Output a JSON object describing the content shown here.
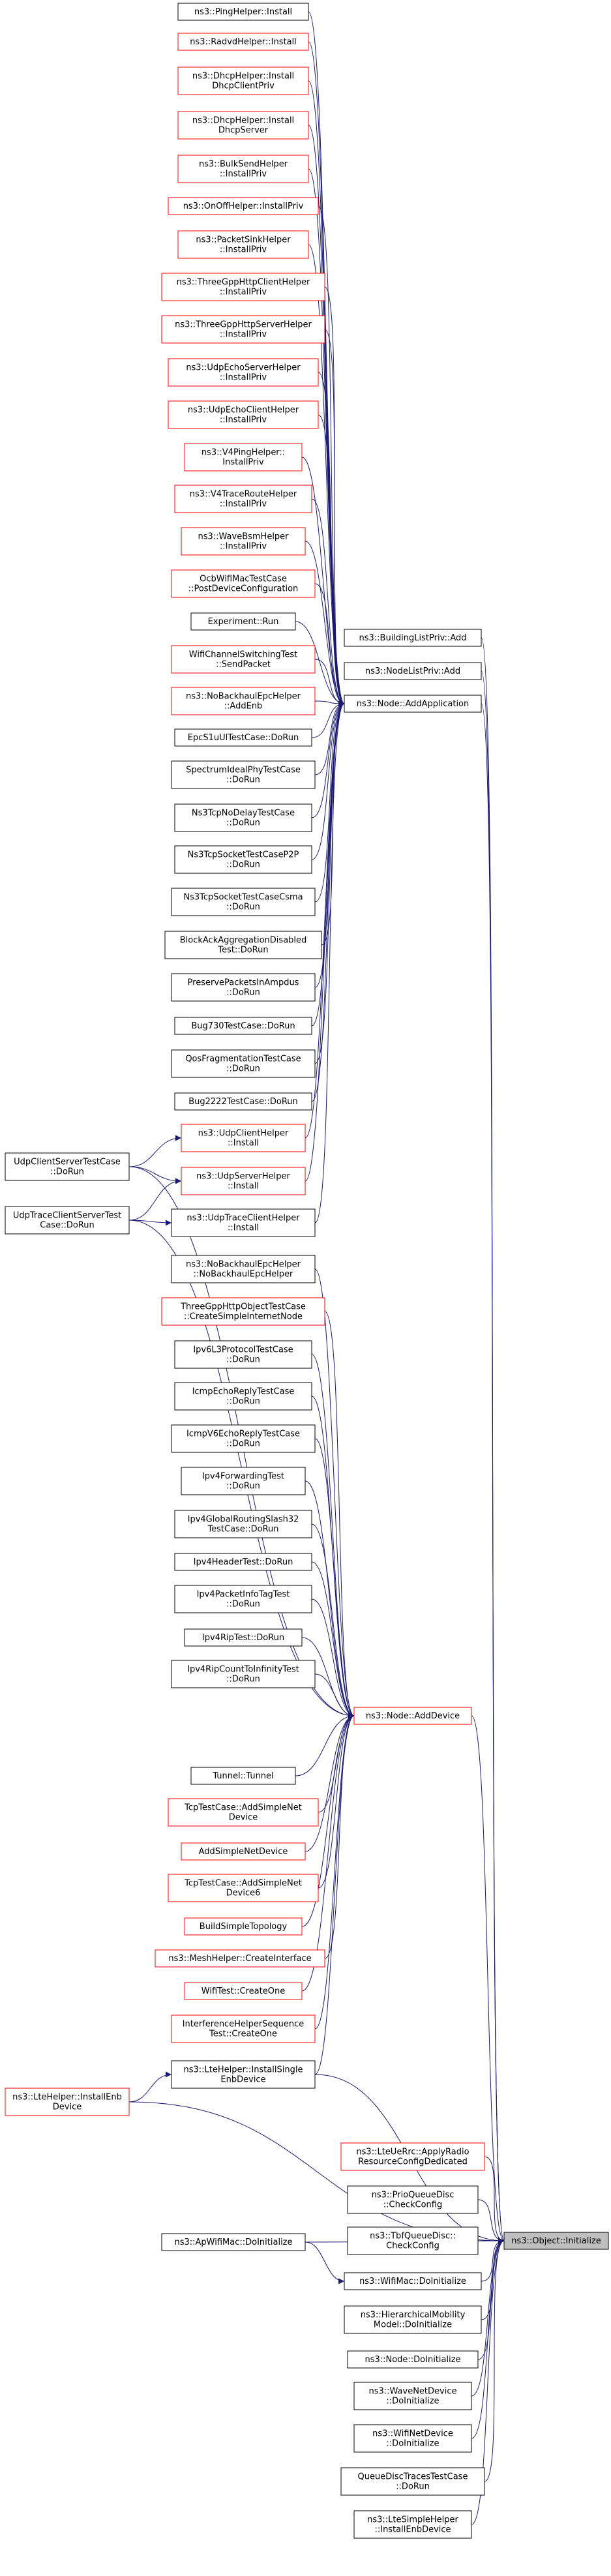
{
  "colors": {
    "edge": "#191970",
    "black_border": "#000000",
    "red_border": "#ff0000",
    "target_fill": "#bfbfbf"
  },
  "target": {
    "id": "ns3_object_initialize",
    "label": [
      "ns3::Object::Initialize"
    ]
  },
  "nodes": [
    {
      "id": "ping_helper_install",
      "label": [
        "ns3::PingHelper::Install"
      ],
      "border": "black"
    },
    {
      "id": "radvd_helper_install",
      "label": [
        "ns3::RadvdHelper::Install"
      ],
      "border": "red"
    },
    {
      "id": "dhcp_helper_install_client",
      "label": [
        "ns3::DhcpHelper::Install",
        "DhcpClientPriv"
      ],
      "border": "red"
    },
    {
      "id": "dhcp_helper_install_server",
      "label": [
        "ns3::DhcpHelper::Install",
        "DhcpServer"
      ],
      "border": "red"
    },
    {
      "id": "bulksend_helper",
      "label": [
        "ns3::BulkSendHelper",
        "::InstallPriv"
      ],
      "border": "red"
    },
    {
      "id": "onoff_helper",
      "label": [
        "ns3::OnOffHelper::InstallPriv"
      ],
      "border": "red"
    },
    {
      "id": "packetsink_helper",
      "label": [
        "ns3::PacketSinkHelper",
        "::InstallPriv"
      ],
      "border": "red"
    },
    {
      "id": "threegpp_client_helper",
      "label": [
        "ns3::ThreeGppHttpClientHelper",
        "::InstallPriv"
      ],
      "border": "red"
    },
    {
      "id": "threegpp_server_helper",
      "label": [
        "ns3::ThreeGppHttpServerHelper",
        "::InstallPriv"
      ],
      "border": "red"
    },
    {
      "id": "udpecho_server_helper",
      "label": [
        "ns3::UdpEchoServerHelper",
        "::InstallPriv"
      ],
      "border": "red"
    },
    {
      "id": "udpecho_client_helper",
      "label": [
        "ns3::UdpEchoClientHelper",
        "::InstallPriv"
      ],
      "border": "red"
    },
    {
      "id": "v4ping_helper",
      "label": [
        "ns3::V4PingHelper::",
        "InstallPriv"
      ],
      "border": "red"
    },
    {
      "id": "v4traceroute_helper",
      "label": [
        "ns3::V4TraceRouteHelper",
        "::InstallPriv"
      ],
      "border": "red"
    },
    {
      "id": "wavebsm_helper",
      "label": [
        "ns3::WaveBsmHelper",
        "::InstallPriv"
      ],
      "border": "red"
    },
    {
      "id": "ocbwifimac_test",
      "label": [
        "OcbWifiMacTestCase",
        "::PostDeviceConfiguration"
      ],
      "border": "red"
    },
    {
      "id": "experiment_run",
      "label": [
        "Experiment::Run"
      ],
      "border": "black"
    },
    {
      "id": "wifichannel_switching",
      "label": [
        "WifiChannelSwitchingTest",
        "::SendPacket"
      ],
      "border": "red"
    },
    {
      "id": "nobackhaul_addenb",
      "label": [
        "ns3::NoBackhaulEpcHelper",
        "::AddEnb"
      ],
      "border": "red"
    },
    {
      "id": "epcs1ul_test",
      "label": [
        "EpcS1uUlTestCase::DoRun"
      ],
      "border": "black"
    },
    {
      "id": "spectrum_ideal_phy",
      "label": [
        "SpectrumIdealPhyTestCase",
        "::DoRun"
      ],
      "border": "black"
    },
    {
      "id": "ns3tcp_nodelay",
      "label": [
        "Ns3TcpNoDelayTestCase",
        "::DoRun"
      ],
      "border": "black"
    },
    {
      "id": "ns3tcp_socket_p2p",
      "label": [
        "Ns3TcpSocketTestCaseP2P",
        "::DoRun"
      ],
      "border": "black"
    },
    {
      "id": "ns3tcp_socket_csma",
      "label": [
        "Ns3TcpSocketTestCaseCsma",
        "::DoRun"
      ],
      "border": "black"
    },
    {
      "id": "blockack_aggregation",
      "label": [
        "BlockAckAggregationDisabled",
        "Test::DoRun"
      ],
      "border": "black"
    },
    {
      "id": "preserve_packets_ampdu",
      "label": [
        "PreservePacketsInAmpdus",
        "::DoRun"
      ],
      "border": "black"
    },
    {
      "id": "bug730_test",
      "label": [
        "Bug730TestCase::DoRun"
      ],
      "border": "black"
    },
    {
      "id": "qos_fragmentation",
      "label": [
        "QosFragmentationTestCase",
        "::DoRun"
      ],
      "border": "black"
    },
    {
      "id": "bug2222_test",
      "label": [
        "Bug2222TestCase::DoRun"
      ],
      "border": "black"
    },
    {
      "id": "udp_client_helper_install",
      "label": [
        "ns3::UdpClientHelper",
        "::Install"
      ],
      "border": "red"
    },
    {
      "id": "udp_server_helper_install",
      "label": [
        "ns3::UdpServerHelper",
        "::Install"
      ],
      "border": "red"
    },
    {
      "id": "udptrace_client_helper_install",
      "label": [
        "ns3::UdpTraceClientHelper",
        "::Install"
      ],
      "border": "black"
    },
    {
      "id": "udp_client_server_test",
      "label": [
        "UdpClientServerTestCase",
        "::DoRun"
      ],
      "border": "black"
    },
    {
      "id": "udptrace_client_server_test",
      "label": [
        "UdpTraceClientServerTest",
        "Case::DoRun"
      ],
      "border": "black"
    },
    {
      "id": "nobackhaul_ctor",
      "label": [
        "ns3::NoBackhaulEpcHelper",
        "::NoBackhaulEpcHelper"
      ],
      "border": "black"
    },
    {
      "id": "threegpp_object_test",
      "label": [
        "ThreeGppHttpObjectTestCase",
        "::CreateSimpleInternetNode"
      ],
      "border": "red"
    },
    {
      "id": "ipv6l3_protocol_test",
      "label": [
        "Ipv6L3ProtocolTestCase",
        "::DoRun"
      ],
      "border": "black"
    },
    {
      "id": "icmp_echo_reply_test",
      "label": [
        "IcmpEchoReplyTestCase",
        "::DoRun"
      ],
      "border": "black"
    },
    {
      "id": "icmpv6_echo_reply_test",
      "label": [
        "IcmpV6EchoReplyTestCase",
        "::DoRun"
      ],
      "border": "black"
    },
    {
      "id": "ipv4_forwarding_test",
      "label": [
        "Ipv4ForwardingTest",
        "::DoRun"
      ],
      "border": "black"
    },
    {
      "id": "ipv4_global_routing_test",
      "label": [
        "Ipv4GlobalRoutingSlash32",
        "TestCase::DoRun"
      ],
      "border": "black"
    },
    {
      "id": "ipv4_header_test",
      "label": [
        "Ipv4HeaderTest::DoRun"
      ],
      "border": "black"
    },
    {
      "id": "ipv4_packetinfo_test",
      "label": [
        "Ipv4PacketInfoTagTest",
        "::DoRun"
      ],
      "border": "black"
    },
    {
      "id": "ipv4_rip_test",
      "label": [
        "Ipv4RipTest::DoRun"
      ],
      "border": "black"
    },
    {
      "id": "ipv4_rip_count_test",
      "label": [
        "Ipv4RipCountToInfinityTest",
        "::DoRun"
      ],
      "border": "black"
    },
    {
      "id": "tunnel_ctor",
      "label": [
        "Tunnel::Tunnel"
      ],
      "border": "black"
    },
    {
      "id": "tcp_add_simple_net_device",
      "label": [
        "TcpTestCase::AddSimpleNet",
        "Device"
      ],
      "border": "red"
    },
    {
      "id": "add_simple_net_device",
      "label": [
        "AddSimpleNetDevice"
      ],
      "border": "red"
    },
    {
      "id": "tcp_add_simple_net_device6",
      "label": [
        "TcpTestCase::AddSimpleNet",
        "Device6"
      ],
      "border": "red"
    },
    {
      "id": "build_simple_topology",
      "label": [
        "BuildSimpleTopology"
      ],
      "border": "red"
    },
    {
      "id": "mesh_helper_create_interface",
      "label": [
        "ns3::MeshHelper::CreateInterface"
      ],
      "border": "red"
    },
    {
      "id": "wifi_test_create_one",
      "label": [
        "WifiTest::CreateOne"
      ],
      "border": "red"
    },
    {
      "id": "interference_helper_create_one",
      "label": [
        "InterferenceHelperSequence",
        "Test::CreateOne"
      ],
      "border": "red"
    },
    {
      "id": "lte_helper_install_enb",
      "label": [
        "ns3::LteHelper::InstallEnb",
        "Device"
      ],
      "border": "red"
    },
    {
      "id": "lte_helper_install_single_enb",
      "label": [
        "ns3::LteHelper::InstallSingle",
        "EnbDevice"
      ],
      "border": "black"
    },
    {
      "id": "ap_wifimac_doinitialize",
      "label": [
        "ns3::ApWifiMac::DoInitialize"
      ],
      "border": "black"
    },
    {
      "id": "building_list_priv_add",
      "label": [
        "ns3::BuildingListPriv::Add"
      ],
      "border": "black"
    },
    {
      "id": "node_list_priv_add",
      "label": [
        "ns3::NodeListPriv::Add"
      ],
      "border": "black"
    },
    {
      "id": "node_add_application",
      "label": [
        "ns3::Node::AddApplication"
      ],
      "border": "black"
    },
    {
      "id": "node_add_device",
      "label": [
        "ns3::Node::AddDevice"
      ],
      "border": "red"
    },
    {
      "id": "lte_ue_rrc_apply",
      "label": [
        "ns3::LteUeRrc::ApplyRadio",
        "ResourceConfigDedicated"
      ],
      "border": "red"
    },
    {
      "id": "prio_queue_disc_check",
      "label": [
        "ns3::PrioQueueDisc",
        "::CheckConfig"
      ],
      "border": "black"
    },
    {
      "id": "tbf_queue_disc_check",
      "label": [
        "ns3::TbfQueueDisc::",
        "CheckConfig"
      ],
      "border": "black"
    },
    {
      "id": "wifimac_doinitialize",
      "label": [
        "ns3::WifiMac::DoInitialize"
      ],
      "border": "black"
    },
    {
      "id": "hierarchical_mobility_doinit",
      "label": [
        "ns3::HierarchicalMobility",
        "Model::DoInitialize"
      ],
      "border": "black"
    },
    {
      "id": "node_doinitialize",
      "label": [
        "ns3::Node::DoInitialize"
      ],
      "border": "black"
    },
    {
      "id": "wave_net_device_doinit",
      "label": [
        "ns3::WaveNetDevice",
        "::DoInitialize"
      ],
      "border": "black"
    },
    {
      "id": "wifi_net_device_doinit",
      "label": [
        "ns3::WifiNetDevice",
        "::DoInitialize"
      ],
      "border": "black"
    },
    {
      "id": "queue_disc_traces_test",
      "label": [
        "QueueDiscTracesTestCase",
        "::DoRun"
      ],
      "border": "black"
    },
    {
      "id": "lte_simple_helper_install",
      "label": [
        "ns3::LteSimpleHelper",
        "::InstallEnbDevice"
      ],
      "border": "black"
    }
  ],
  "edges": [
    [
      "ping_helper_install",
      "node_add_application"
    ],
    [
      "radvd_helper_install",
      "node_add_application"
    ],
    [
      "dhcp_helper_install_client",
      "node_add_application"
    ],
    [
      "dhcp_helper_install_server",
      "node_add_application"
    ],
    [
      "bulksend_helper",
      "node_add_application"
    ],
    [
      "onoff_helper",
      "node_add_application"
    ],
    [
      "packetsink_helper",
      "node_add_application"
    ],
    [
      "threegpp_client_helper",
      "node_add_application"
    ],
    [
      "threegpp_server_helper",
      "node_add_application"
    ],
    [
      "udpecho_server_helper",
      "node_add_application"
    ],
    [
      "udpecho_client_helper",
      "node_add_application"
    ],
    [
      "v4ping_helper",
      "node_add_application"
    ],
    [
      "v4traceroute_helper",
      "node_add_application"
    ],
    [
      "wavebsm_helper",
      "node_add_application"
    ],
    [
      "ocbwifimac_test",
      "node_add_application"
    ],
    [
      "experiment_run",
      "node_add_application"
    ],
    [
      "wifichannel_switching",
      "node_add_application"
    ],
    [
      "nobackhaul_addenb",
      "node_add_application"
    ],
    [
      "epcs1ul_test",
      "node_add_application"
    ],
    [
      "spectrum_ideal_phy",
      "node_add_application"
    ],
    [
      "ns3tcp_nodelay",
      "node_add_application"
    ],
    [
      "ns3tcp_socket_p2p",
      "node_add_application"
    ],
    [
      "ns3tcp_socket_csma",
      "node_add_application"
    ],
    [
      "blockack_aggregation",
      "node_add_application"
    ],
    [
      "preserve_packets_ampdu",
      "node_add_application"
    ],
    [
      "bug730_test",
      "node_add_application"
    ],
    [
      "qos_fragmentation",
      "node_add_application"
    ],
    [
      "bug2222_test",
      "node_add_application"
    ],
    [
      "udp_client_helper_install",
      "node_add_application"
    ],
    [
      "udp_server_helper_install",
      "node_add_application"
    ],
    [
      "udptrace_client_helper_install",
      "node_add_application"
    ],
    [
      "udp_client_server_test",
      "udp_client_helper_install"
    ],
    [
      "udp_client_server_test",
      "udp_server_helper_install"
    ],
    [
      "udptrace_client_server_test",
      "udp_server_helper_install"
    ],
    [
      "udptrace_client_server_test",
      "udptrace_client_helper_install"
    ],
    [
      "udp_client_server_test",
      "node_add_device"
    ],
    [
      "udptrace_client_server_test",
      "node_add_device"
    ],
    [
      "nobackhaul_ctor",
      "node_add_device"
    ],
    [
      "threegpp_object_test",
      "node_add_device"
    ],
    [
      "ipv6l3_protocol_test",
      "node_add_device"
    ],
    [
      "icmp_echo_reply_test",
      "node_add_device"
    ],
    [
      "icmpv6_echo_reply_test",
      "node_add_device"
    ],
    [
      "ipv4_forwarding_test",
      "node_add_device"
    ],
    [
      "ipv4_global_routing_test",
      "node_add_device"
    ],
    [
      "ipv4_header_test",
      "node_add_device"
    ],
    [
      "ipv4_packetinfo_test",
      "node_add_device"
    ],
    [
      "ipv4_rip_test",
      "node_add_device"
    ],
    [
      "ipv4_rip_count_test",
      "node_add_device"
    ],
    [
      "tunnel_ctor",
      "node_add_device"
    ],
    [
      "tcp_add_simple_net_device",
      "node_add_device"
    ],
    [
      "add_simple_net_device",
      "node_add_device"
    ],
    [
      "tcp_add_simple_net_device6",
      "node_add_device"
    ],
    [
      "build_simple_topology",
      "node_add_device"
    ],
    [
      "mesh_helper_create_interface",
      "node_add_device"
    ],
    [
      "wifi_test_create_one",
      "node_add_device"
    ],
    [
      "interference_helper_create_one",
      "node_add_device"
    ],
    [
      "lte_helper_install_single_enb",
      "node_add_device"
    ],
    [
      "lte_helper_install_enb",
      "lte_helper_install_single_enb"
    ],
    [
      "ap_wifimac_doinitialize",
      "wifimac_doinitialize"
    ],
    [
      "building_list_priv_add",
      "ns3_object_initialize"
    ],
    [
      "node_list_priv_add",
      "ns3_object_initialize"
    ],
    [
      "node_add_application",
      "ns3_object_initialize"
    ],
    [
      "node_add_device",
      "ns3_object_initialize"
    ],
    [
      "lte_helper_install_single_enb",
      "ns3_object_initialize"
    ],
    [
      "lte_helper_install_enb",
      "ns3_object_initialize"
    ],
    [
      "lte_ue_rrc_apply",
      "ns3_object_initialize"
    ],
    [
      "prio_queue_disc_check",
      "ns3_object_initialize"
    ],
    [
      "tbf_queue_disc_check",
      "ns3_object_initialize"
    ],
    [
      "wifimac_doinitialize",
      "ns3_object_initialize"
    ],
    [
      "ap_wifimac_doinitialize",
      "ns3_object_initialize"
    ],
    [
      "hierarchical_mobility_doinit",
      "ns3_object_initialize"
    ],
    [
      "node_doinitialize",
      "ns3_object_initialize"
    ],
    [
      "wave_net_device_doinit",
      "ns3_object_initialize"
    ],
    [
      "wifi_net_device_doinit",
      "ns3_object_initialize"
    ],
    [
      "queue_disc_traces_test",
      "ns3_object_initialize"
    ],
    [
      "lte_simple_helper_install",
      "ns3_object_initialize"
    ]
  ]
}
